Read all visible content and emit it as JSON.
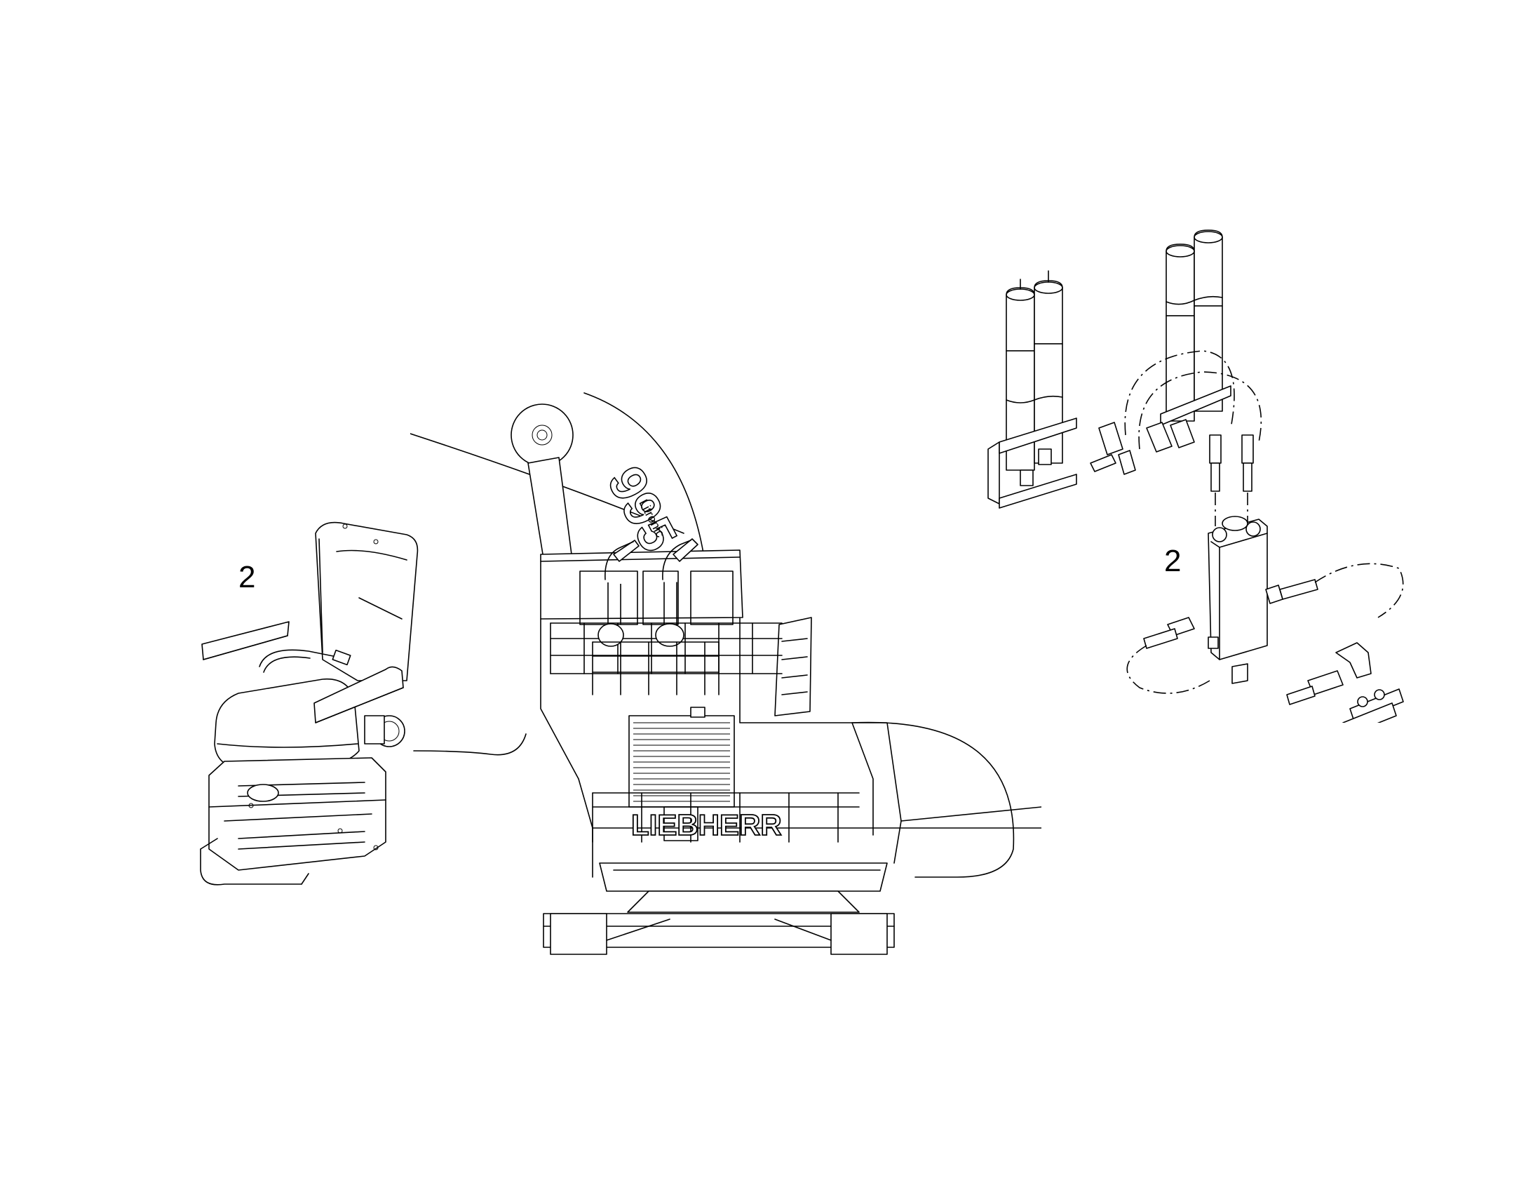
{
  "callouts": {
    "seat": "2",
    "suspension": "2"
  },
  "machine": {
    "model_badge": "995",
    "sub_badge": "Litronic",
    "brand": "LIEBHERR"
  },
  "colors": {
    "line": "#000000",
    "background": "#ffffff"
  }
}
